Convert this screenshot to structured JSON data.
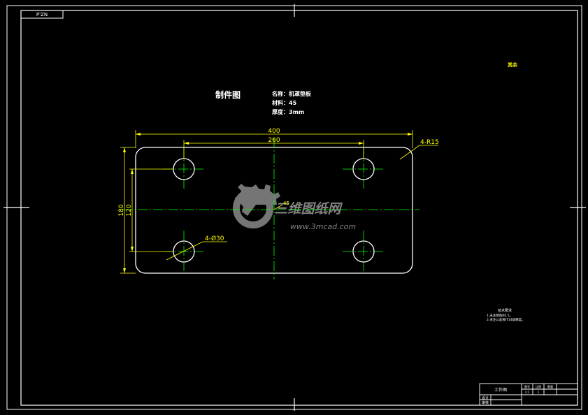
{
  "drawing": {
    "corner_tag": "P'ZN",
    "title": "制件图",
    "spec": {
      "name": "名称：机罩垫板",
      "material": "材料：45",
      "thickness": "厚度：3mm"
    },
    "top_right_note": "其余",
    "tech_notes": {
      "title": "技术要求",
      "line1": "1.未注倒角R0.5。",
      "line2": "2.未注公差按IT14级精度。"
    }
  },
  "dimensions": {
    "overall_width": "400",
    "hole_spacing_x": "260",
    "corner_radius": "4-R15",
    "overall_height": "180",
    "hole_spacing_y": "120",
    "hole_callout": "4-Ø30",
    "center_mark": "45"
  },
  "watermark": {
    "brand": "三维图纸网",
    "url": "www.3mcad.com"
  },
  "title_block": {
    "name": "工作图",
    "row2_label": "设计",
    "row3_label": "审核",
    "col_a": "图号",
    "col_b": "比例",
    "col_c": "数量",
    "col_d": "1:1",
    "col_e": "1"
  },
  "colors": {
    "outline": "#ffffff",
    "dimension": "#ffff00",
    "centerline": "#00ff00",
    "watermark": "#8a8a8a"
  }
}
